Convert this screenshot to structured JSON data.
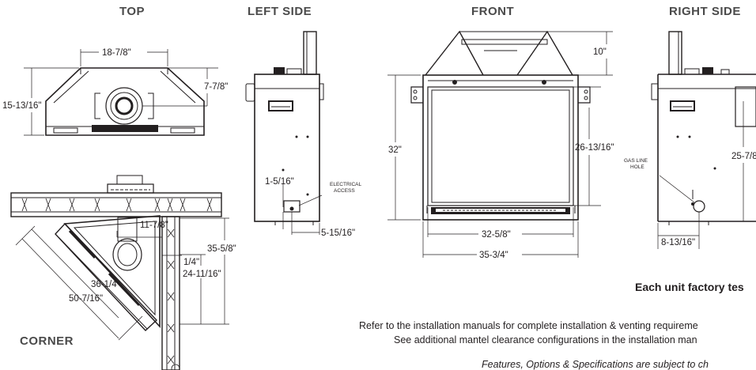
{
  "headings": {
    "top": "TOP",
    "left_side": "LEFT SIDE",
    "front": "FRONT",
    "right_side": "RIGHT SIDE",
    "corner": "CORNER"
  },
  "dimensions": {
    "top_width": "18-7/8\"",
    "top_depth": "15-13/16\"",
    "top_flue": "7-7/8\"",
    "left_elec_height": "1-5/16\"",
    "left_elec_offset": "5-15/16\"",
    "front_cap": "10\"",
    "front_height": "32\"",
    "front_glass_height": "26-13/16\"",
    "front_glass_width": "32-5/8\"",
    "front_width": "35-3/4\"",
    "right_height": "25-7/8\"",
    "right_gas_offset": "8-13/16\"",
    "corner_flue": "11-7/8\"",
    "corner_gap": "1/4\"",
    "corner_depth": "35-5/8\"",
    "corner_wall": "24-11/16\"",
    "corner_face": "36-1/4\"",
    "corner_diag": "50-7/16\""
  },
  "notes": {
    "electrical_line1": "ELECTRICAL",
    "electrical_line2": "ACCESS",
    "gas_line1": "GAS LINE",
    "gas_line2": "HOLE"
  },
  "footer": {
    "tested": "Each unit factory tes",
    "ref_line1": "Refer to the installation manuals for complete installation & venting requireme",
    "ref_line2": "See additional mantel clearance configurations in the installation man",
    "features": "Features, Options & Specifications are subject to ch"
  }
}
